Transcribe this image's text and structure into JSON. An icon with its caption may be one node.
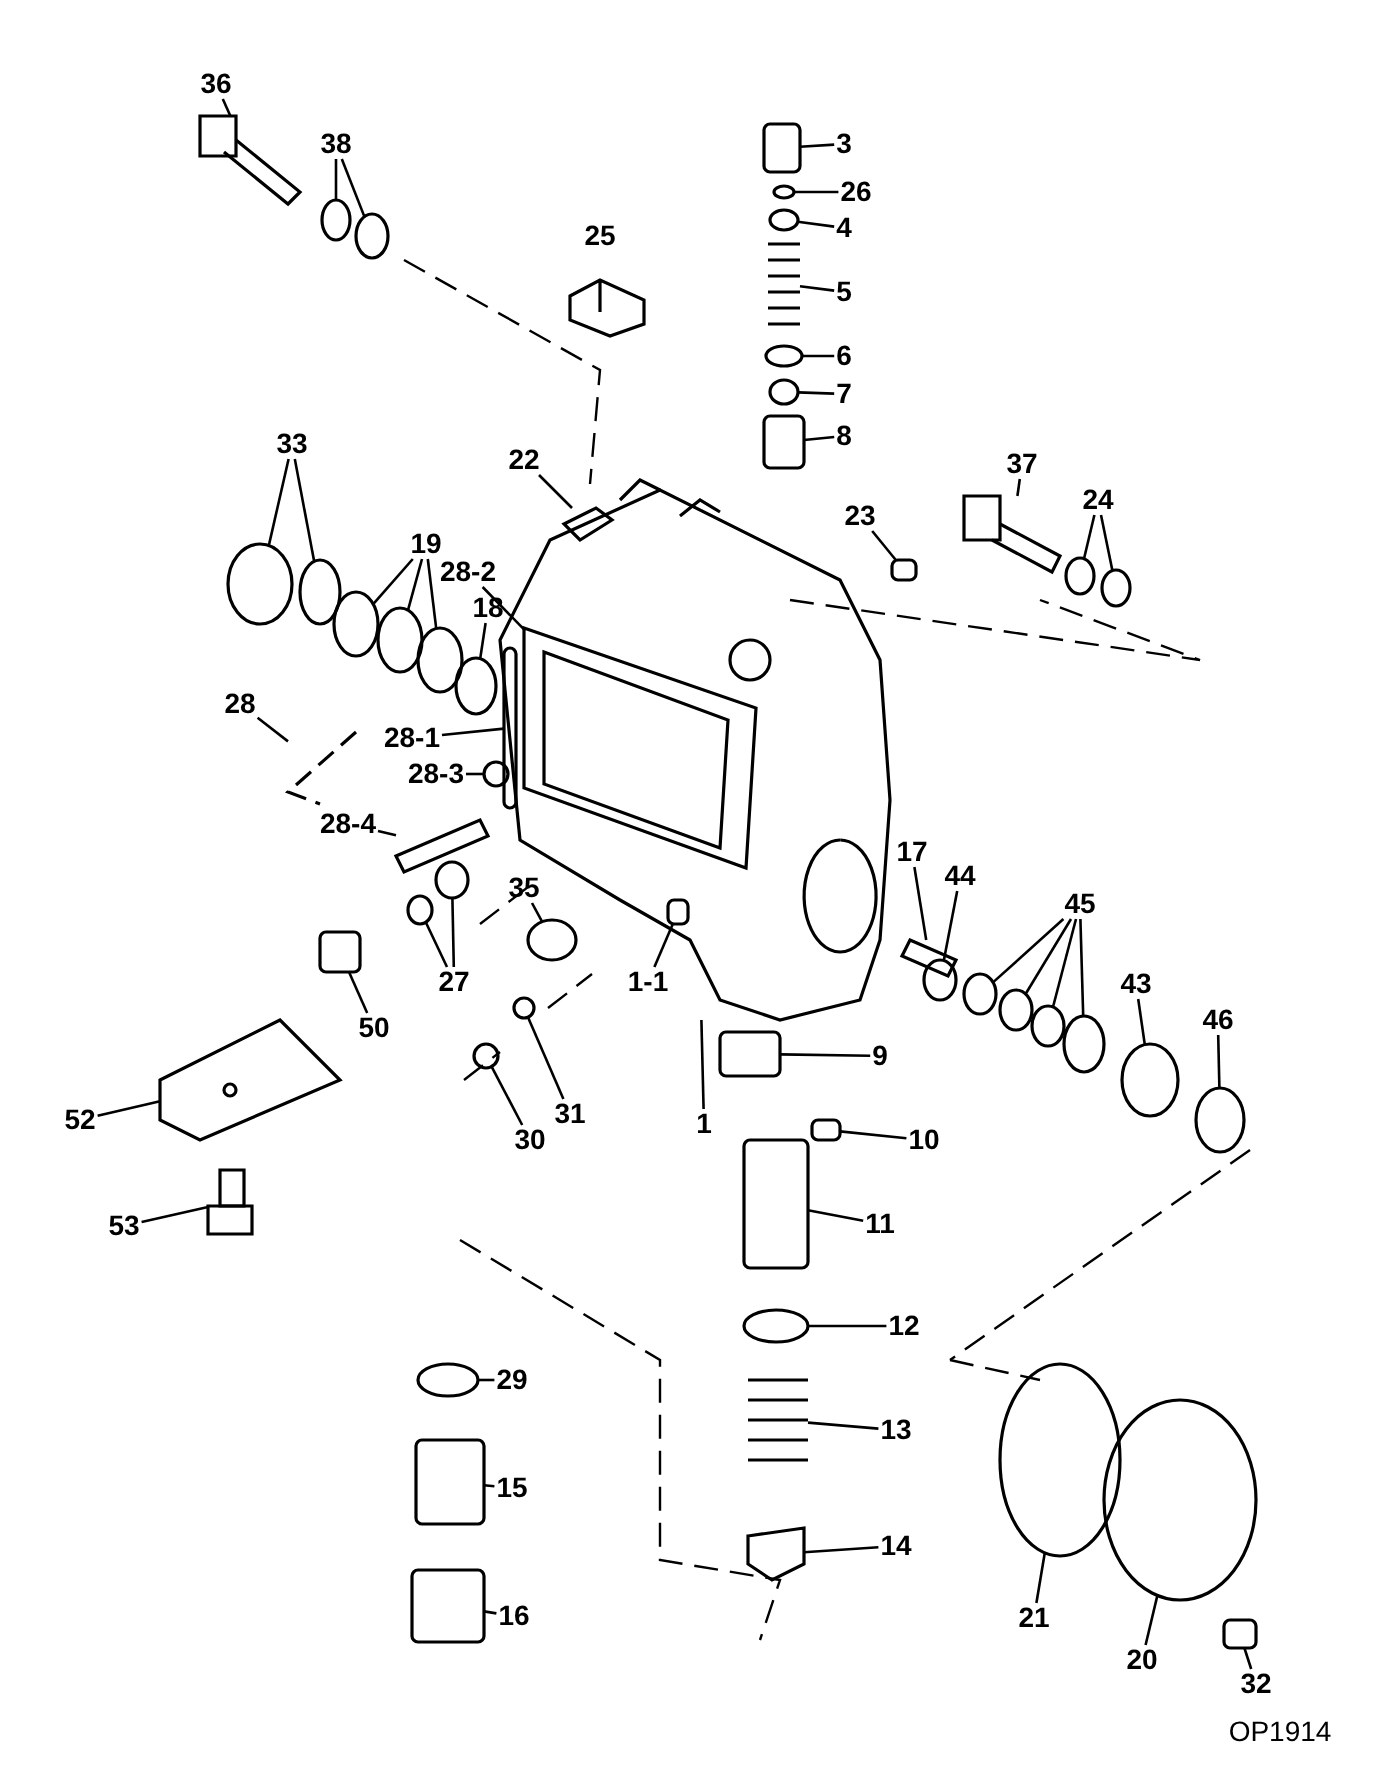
{
  "diagram": {
    "nodes": [
      {
        "text": [
          "36"
        ]
      },
      {
        "text": [
          "38"
        ]
      },
      {
        "text": [
          "3"
        ]
      },
      {
        "text": [
          "26"
        ]
      },
      {
        "text": [
          "4"
        ]
      },
      {
        "text": [
          "5"
        ]
      },
      {
        "text": [
          "6"
        ]
      },
      {
        "text": [
          "7"
        ]
      },
      {
        "text": [
          "8"
        ]
      },
      {
        "text": [
          "33"
        ]
      },
      {
        "text": [
          "22"
        ]
      },
      {
        "text": [
          "23"
        ]
      },
      {
        "text": [
          "37"
        ]
      },
      {
        "text": [
          "24"
        ]
      },
      {
        "text": [
          "19"
        ]
      },
      {
        "text": [
          "28-2"
        ]
      },
      {
        "text": [
          "18"
        ]
      },
      {
        "text": [
          "28"
        ]
      },
      {
        "text": [
          "28-1"
        ]
      },
      {
        "text": [
          "28-3"
        ]
      },
      {
        "text": [
          "28-4"
        ]
      },
      {
        "text": [
          "35"
        ]
      },
      {
        "text": [
          "17"
        ]
      },
      {
        "text": [
          "44"
        ]
      },
      {
        "text": [
          "45"
        ]
      },
      {
        "text": [
          "27"
        ]
      },
      {
        "text": [
          "43"
        ]
      },
      {
        "text": [
          "50"
        ]
      },
      {
        "text": [
          "1-1"
        ]
      },
      {
        "text": [
          "9"
        ]
      },
      {
        "text": [
          "46"
        ]
      },
      {
        "text": [
          "30"
        ]
      },
      {
        "text": [
          "31"
        ]
      },
      {
        "text": [
          "1"
        ]
      },
      {
        "text": [
          "10"
        ]
      },
      {
        "text": [
          "52"
        ]
      },
      {
        "text": [
          "53"
        ]
      },
      {
        "text": [
          "11"
        ]
      },
      {
        "text": [
          "12"
        ]
      },
      {
        "text": [
          "29"
        ]
      },
      {
        "text": [
          "15"
        ]
      },
      {
        "text": [
          "13"
        ]
      },
      {
        "text": [
          "16"
        ]
      },
      {
        "text": [
          "14"
        ]
      },
      {
        "text": [
          "21"
        ]
      },
      {
        "text": [
          "20"
        ]
      },
      {
        "text": [
          "32"
        ]
      },
      {
        "text": [],
        "shape": "picture"
      },
      {
        "text": [],
        "shape": "circle"
      },
      {
        "text": [],
        "shape": "circle"
      },
      {
        "text": [],
        "shape": "box"
      },
      {
        "text": [],
        "shape": "circle"
      },
      {
        "text": [],
        "shape": "circle"
      },
      {
        "text": [],
        "shape": "picture"
      },
      {
        "text": [],
        "shape": "circle"
      },
      {
        "text": [],
        "shape": "circle"
      },
      {
        "text": [],
        "shape": "box"
      },
      {
        "text": [],
        "shape": "circle"
      },
      {
        "text": [],
        "shape": "circle"
      },
      {
        "text": [],
        "shape": "picture",
        "in": 89
      },
      {
        "text": [],
        "shape": "box"
      },
      {
        "text": [],
        "shape": "picture"
      },
      {
        "text": [],
        "shape": "circle"
      },
      {
        "text": [],
        "shape": "circle"
      },
      {
        "text": [],
        "shape": "circle"
      },
      {
        "text": [],
        "shape": "circle"
      },
      {
        "text": [],
        "shape": "circle"
      },
      {
        "text": [],
        "shape": "picture",
        "in": 89
      },
      {
        "text": [],
        "shape": "circle"
      },
      {
        "text": [],
        "shape": "bracket"
      },
      {
        "text": [],
        "shape": "box",
        "in": 89
      },
      {
        "text": [],
        "shape": "circle"
      },
      {
        "text": [],
        "shape": "picture"
      },
      {
        "text": [],
        "shape": "circle"
      },
      {
        "text": [],
        "shape": "picture"
      },
      {
        "text": [],
        "shape": "circle"
      },
      {
        "text": [],
        "shape": "circle"
      },
      {
        "text": [],
        "shape": "circle"
      },
      {
        "text": [],
        "shape": "circle"
      },
      {
        "text": [],
        "shape": "circle"
      },
      {
        "text": [],
        "shape": "circle"
      },
      {
        "text": [],
        "shape": "circle"
      },
      {
        "text": [],
        "shape": "circle"
      },
      {
        "text": [],
        "shape": "box"
      },
      {
        "text": [],
        "shape": "box",
        "in": 89
      },
      {
        "text": [],
        "shape": "box"
      },
      {
        "text": [],
        "shape": "circle"
      },
      {
        "text": [],
        "shape": "circle"
      },
      {
        "text": [],
        "shape": "circle"
      },
      {
        "text": [],
        "shape": "picture"
      },
      {
        "text": [],
        "shape": "box"
      },
      {
        "text": [],
        "shape": "picture"
      },
      {
        "text": [],
        "shape": "picture"
      },
      {
        "text": [],
        "shape": "box"
      },
      {
        "text": [],
        "shape": "circle"
      },
      {
        "text": [],
        "shape": "circle"
      },
      {
        "text": [],
        "shape": "box"
      },
      {
        "text": [],
        "shape": "picture"
      },
      {
        "text": [],
        "shape": "box"
      },
      {
        "text": [],
        "shape": "picture"
      },
      {
        "text": [],
        "shape": "circle"
      },
      {
        "text": [],
        "shape": "circle"
      },
      {
        "text": [],
        "shape": "box"
      }
    ],
    "edges": [
      {
        "from": 0,
        "to": 47,
        "arrow": "none"
      },
      {
        "from": 1,
        "to": 48,
        "arrow": "none"
      },
      {
        "from": 1,
        "to": 49,
        "arrow": "none"
      },
      {
        "from": 2,
        "to": 50,
        "arrow": "none"
      },
      {
        "from": 3,
        "to": 51,
        "arrow": "none"
      },
      {
        "from": 4,
        "to": 52,
        "arrow": "none"
      },
      {
        "from": 5,
        "to": 53,
        "arrow": "none"
      },
      {
        "from": 6,
        "to": 54,
        "arrow": "none"
      },
      {
        "from": 7,
        "to": 55,
        "arrow": "none"
      },
      {
        "from": 8,
        "to": 56,
        "arrow": "none"
      },
      {
        "from": 9,
        "to": 57,
        "arrow": "none"
      },
      {
        "from": 9,
        "to": 58,
        "arrow": "none"
      },
      {
        "from": 10,
        "to": 59,
        "arrow": "none"
      },
      {
        "from": 11,
        "to": 60,
        "arrow": "none"
      },
      {
        "from": 12,
        "to": 61,
        "arrow": "none"
      },
      {
        "from": 13,
        "to": 62,
        "arrow": "none"
      },
      {
        "from": 13,
        "to": 63,
        "arrow": "none"
      },
      {
        "from": 14,
        "to": 64,
        "arrow": "none"
      },
      {
        "from": 14,
        "to": 65,
        "arrow": "none"
      },
      {
        "from": 14,
        "to": 66,
        "arrow": "none"
      },
      {
        "from": 15,
        "to": 67,
        "arrow": "none"
      },
      {
        "from": 16,
        "to": 68,
        "arrow": "none"
      },
      {
        "from": 17,
        "to": 69,
        "arrow": "none"
      },
      {
        "from": 18,
        "to": 70,
        "arrow": "none"
      },
      {
        "from": 19,
        "to": 71,
        "arrow": "none"
      },
      {
        "from": 20,
        "to": 72,
        "arrow": "none"
      },
      {
        "from": 21,
        "to": 73,
        "arrow": "none"
      },
      {
        "from": 22,
        "to": 74,
        "arrow": "none"
      },
      {
        "from": 23,
        "to": 75,
        "arrow": "none"
      },
      {
        "from": 24,
        "to": 76,
        "arrow": "none"
      },
      {
        "from": 24,
        "to": 77,
        "arrow": "none"
      },
      {
        "from": 24,
        "to": 78,
        "arrow": "none"
      },
      {
        "from": 24,
        "to": 79,
        "arrow": "none"
      },
      {
        "from": 25,
        "to": 80,
        "arrow": "none"
      },
      {
        "from": 25,
        "to": 81,
        "arrow": "none"
      },
      {
        "from": 26,
        "to": 82,
        "arrow": "none"
      },
      {
        "from": 27,
        "to": 83,
        "arrow": "none"
      },
      {
        "from": 28,
        "to": 84,
        "arrow": "none"
      },
      {
        "from": 29,
        "to": 85,
        "arrow": "none"
      },
      {
        "from": 30,
        "to": 86,
        "arrow": "none"
      },
      {
        "from": 31,
        "to": 87,
        "arrow": "none"
      },
      {
        "from": 32,
        "to": 88,
        "arrow": "none"
      },
      {
        "from": 33,
        "to": 89,
        "arrow": "none"
      },
      {
        "from": 34,
        "to": 90,
        "arrow": "none"
      },
      {
        "from": 35,
        "to": 91,
        "arrow": "none"
      },
      {
        "from": 36,
        "to": 92,
        "arrow": "none"
      },
      {
        "from": 37,
        "to": 93,
        "arrow": "none"
      },
      {
        "from": 38,
        "to": 94,
        "arrow": "none"
      },
      {
        "from": 39,
        "to": 95,
        "arrow": "none"
      },
      {
        "from": 40,
        "to": 96,
        "arrow": "none"
      },
      {
        "from": 41,
        "to": 97,
        "arrow": "none"
      },
      {
        "from": 42,
        "to": 98,
        "arrow": "none"
      },
      {
        "from": 43,
        "to": 99,
        "arrow": "none"
      },
      {
        "from": 44,
        "to": 100,
        "arrow": "none"
      },
      {
        "from": 45,
        "to": 101,
        "arrow": "none"
      },
      {
        "from": 46,
        "to": 102,
        "arrow": "none"
      }
    ],
    "labels": [
      "25",
      "OP1914"
    ]
  }
}
